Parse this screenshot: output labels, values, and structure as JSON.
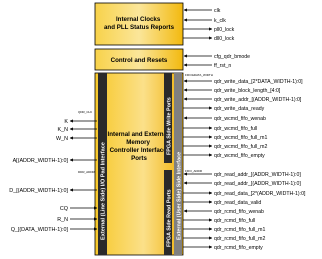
{
  "blocks": {
    "clocks": "Internal Clocks and PLL Status Reports",
    "control": "Control and Resets",
    "memory": "Internal and External Memory Controller Interface Ports"
  },
  "bars": {
    "io_pad": "External (Line Side) I/O Pad Interface",
    "write_ports": "FPGA Side Write Ports",
    "read_ports": "FPGA Side Read Ports",
    "user_side": "External (User Side) Side Interface"
  },
  "small_labels": {
    "write_data_tag": "FIFO&DATA_WIDTH",
    "read_addr_tag": "FIFO_ADDR",
    "clk_tag": "QDR_CLK",
    "addr_tag": "DDR_ADDR"
  },
  "left_signals": [
    "K",
    "K_N",
    "W_N",
    "A[(ADDR_WIDTH-1):0]",
    "D_[(ADDR_WIDTH-1):0]",
    "CQ",
    "R_N",
    "Q_[(DATA_WIDTH-1):0]"
  ],
  "right_signals": [
    "clk",
    "k_clk",
    "pll0_lock",
    "dll0_lock",
    "cfg_qdr_bmode",
    "ff_rst_n",
    "qdr_write_data_[2*DATA_WIDTH-1):0]",
    "qdr_write_block_length_[4:0]",
    "qdr_write_addr_[(ADDR_WIDTH-1):0]",
    "qdr_write_data_ready",
    "qdr_wcmd_fifo_wenab",
    "qdr_wcmd_fifo_full",
    "qdr_wcmd_fifo_full_m1",
    "qdr_wcmd_fifo_full_m2",
    "qdr_wcmd_fifo_empty",
    "qdr_read_addr_[(ADDR_WIDTH-1):0]",
    "qdr_read_addr_[(ADDR_WIDTH-1):0]",
    "qdr_read_data_[2*(ADDR_WIDTH-1):0]",
    "qdr_read_data_valid",
    "qdr_rcmd_fifo_wenab",
    "qdr_rcmd_fifo_full",
    "qdr_rcmd_fifo_full_m1",
    "qdr_rcmd_fifo_full_m2",
    "qdr_rcmd_fifo_empty"
  ],
  "colors": {
    "block_fill": "#f5c21a",
    "block_fill_light": "#fbe08a",
    "bar_dark": "#2a2a2a",
    "bar_gray": "#808080",
    "line": "#000000"
  }
}
